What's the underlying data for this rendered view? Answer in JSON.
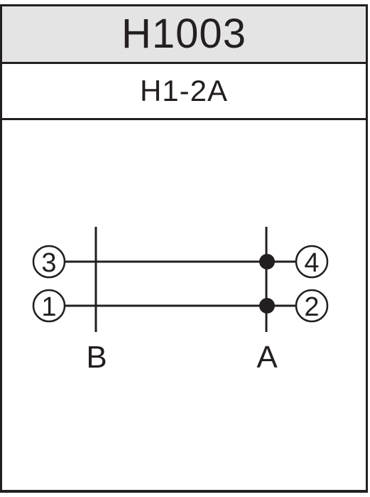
{
  "title": "H1003",
  "subtitle": "H1-2A",
  "terminals": {
    "t1": "1",
    "t2": "2",
    "t3": "3",
    "t4": "4"
  },
  "buses": {
    "left": "B",
    "right": "A"
  },
  "colors": {
    "ink": "#231f20",
    "title_background": "#e4e4e4",
    "background": "#ffffff"
  }
}
